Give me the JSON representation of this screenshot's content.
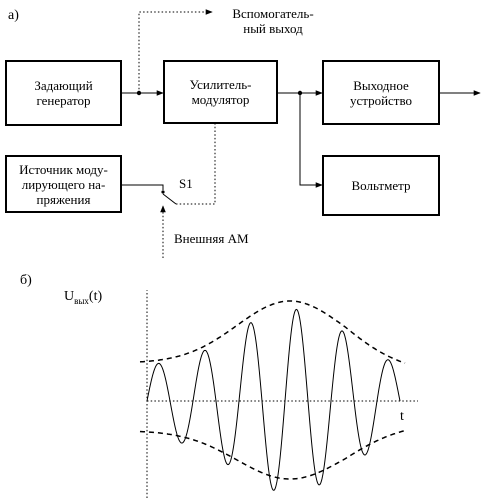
{
  "part_a": {
    "label": "а)",
    "blocks": {
      "generator": [
        "Задающий",
        "генератор"
      ],
      "amplifier": [
        "Усилитель-",
        "модулятор"
      ],
      "output": [
        "Выходное",
        "устройство"
      ],
      "voltmeter": [
        "Вольтметр"
      ],
      "source": [
        "Источник моду-",
        "лирующего на-",
        "пряжения"
      ]
    },
    "aux_output": [
      "Вспомогатель-",
      "ный выход"
    ],
    "switch_label": "S1",
    "external_am": "Внешняя АМ"
  },
  "part_b": {
    "label": "б)",
    "y_axis_label": "U",
    "y_axis_subscript": "вых",
    "y_axis_suffix": "(t)",
    "x_axis_label": "t"
  }
}
